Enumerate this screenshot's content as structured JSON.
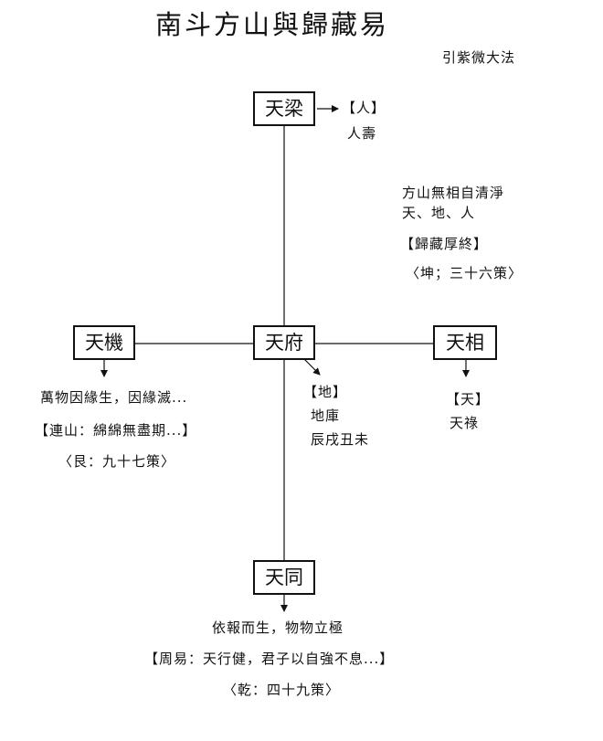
{
  "title": "南斗方山與歸藏易",
  "subtitle": "引紫微大法",
  "nodes": {
    "top": "天梁",
    "left": "天機",
    "center": "天府",
    "right": "天相",
    "bottom": "天同"
  },
  "top_annotation": {
    "bracket": "【人】",
    "text": "人壽"
  },
  "right_note": {
    "line1": "方山無相自清淨",
    "line2": "天、地、人",
    "line3": "【歸藏厚終】",
    "line4": "〈坤；三十六策〉"
  },
  "left_note": {
    "line1": "萬物因緣生，因緣滅...",
    "line2": "【連山：綿綿無盡期...】",
    "line3": "〈艮：九十七策〉"
  },
  "center_note": {
    "line1": "【地】",
    "line2": "地庫",
    "line3": "辰戌丑未"
  },
  "right_node_note": {
    "line1": "【天】",
    "line2": "天祿"
  },
  "bottom_note": {
    "line1": "依報而生，物物立極",
    "line2": "【周易：天行健，君子以自強不息...】",
    "line3": "〈乾：四十九策〉"
  }
}
